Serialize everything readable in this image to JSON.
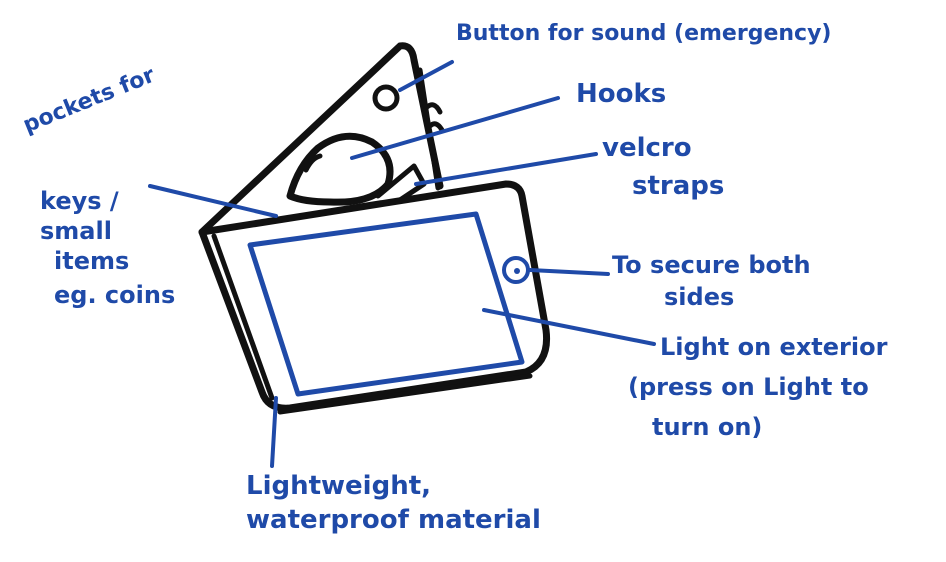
{
  "colors": {
    "ink": "#111111",
    "annotation": "#1f4aa8",
    "background": "#ffffff"
  },
  "labels": {
    "sound_button": "Button for sound (emergency)",
    "hooks": "Hooks",
    "velcro_line1": "velcro",
    "velcro_line2": "straps",
    "pockets_line1": "pockets for",
    "pockets_line2": "keys /",
    "pockets_line3": "small",
    "pockets_line4": "items",
    "pockets_line5": "eg. coins",
    "secure_line1": "To secure both",
    "secure_line2": "sides",
    "light_line1": "Light on exterior",
    "light_line2": "(press on Light to",
    "light_line3": "turn on)",
    "material_line1": "Lightweight,",
    "material_line2": "waterproof material"
  }
}
